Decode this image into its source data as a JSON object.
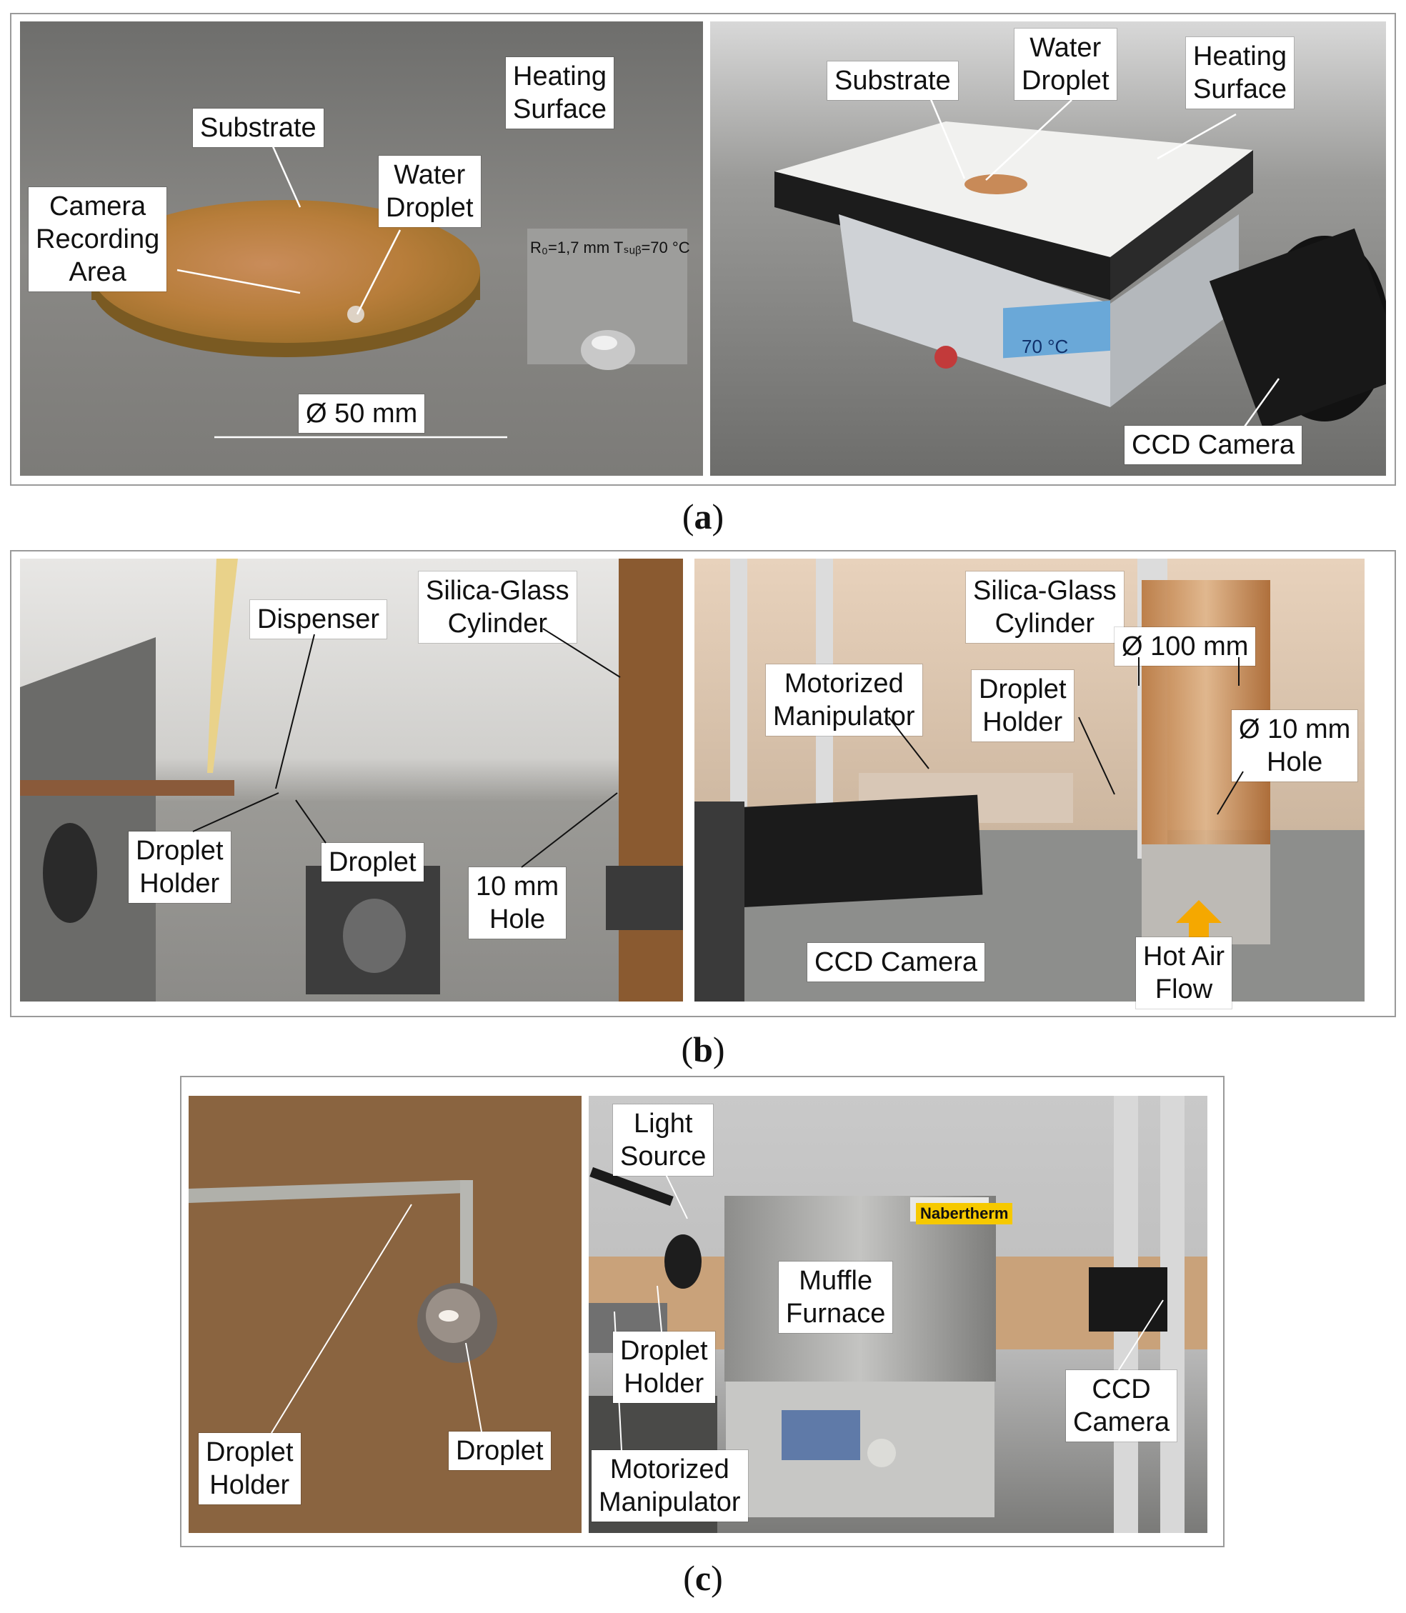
{
  "panel_a": {
    "left": {
      "heating_surface": [
        "Heating",
        "Surface"
      ],
      "substrate": "Substrate",
      "water_droplet": [
        "Water",
        "Droplet"
      ],
      "camera_area": [
        "Camera",
        "Recording",
        "Area"
      ],
      "inset_annotation": "R₀=1,7 mm Tₛᵤᵦ=70 °C",
      "diameter": "Ø 50 mm"
    },
    "right": {
      "substrate": "Substrate",
      "water_droplet": [
        "Water",
        "Droplet"
      ],
      "heating_surface": [
        "Heating",
        "Surface"
      ],
      "ccd_camera": "CCD Camera",
      "display": "70 °C"
    },
    "caption_open": "(",
    "caption_letter": "a",
    "caption_close": ")"
  },
  "panel_b": {
    "left": {
      "dispenser": "Dispenser",
      "silica": [
        "Silica-Glass",
        "Cylinder"
      ],
      "droplet_holder": [
        "Droplet",
        "Holder"
      ],
      "droplet": "Droplet",
      "hole": [
        "10 mm",
        "Hole"
      ]
    },
    "right": {
      "silica": [
        "Silica-Glass",
        "Cylinder"
      ],
      "diameter_100": "Ø 100 mm",
      "manipulator": [
        "Motorized",
        "Manipulator"
      ],
      "droplet_holder": [
        "Droplet",
        "Holder"
      ],
      "hole_10": [
        "Ø 10 mm",
        "Hole"
      ],
      "ccd_camera": "CCD Camera",
      "hot_air": [
        "Hot Air",
        "Flow"
      ]
    },
    "caption_open": "(",
    "caption_letter": "b",
    "caption_close": ")"
  },
  "panel_c": {
    "left": {
      "droplet_holder": [
        "Droplet",
        "Holder"
      ],
      "droplet": "Droplet"
    },
    "right": {
      "light_source": [
        "Light",
        "Source"
      ],
      "muffle": [
        "Muffle",
        "Furnace"
      ],
      "droplet_holder": [
        "Droplet",
        "Holder"
      ],
      "ccd_camera": [
        "CCD",
        "Camera"
      ],
      "manipulator": [
        "Motorized",
        "Manipulator"
      ],
      "brand": "Nabertherm"
    },
    "caption_open": "(",
    "caption_letter": "c",
    "caption_close": ")"
  },
  "colors": {
    "frame": "#9a9a9a",
    "arrow_yellow": "#f5a800",
    "copper": "#c48a3a",
    "brown_backdrop": "#8a6440"
  }
}
